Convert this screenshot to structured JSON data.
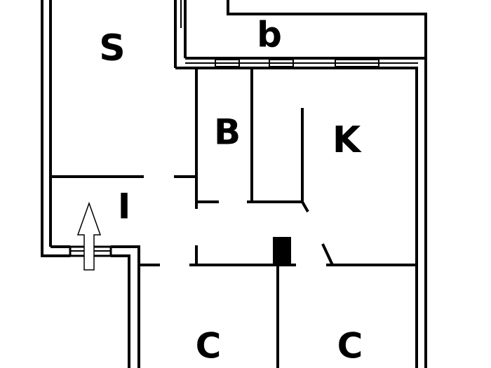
{
  "plan": {
    "rooms": [
      {
        "id": "s",
        "label": "S"
      },
      {
        "id": "b-balcony",
        "label": "b"
      },
      {
        "id": "b-bath",
        "label": "B"
      },
      {
        "id": "k",
        "label": "K"
      },
      {
        "id": "i",
        "label": "I"
      },
      {
        "id": "c-left",
        "label": "C"
      },
      {
        "id": "c-right",
        "label": "C"
      }
    ],
    "colors": {
      "wall": "#000000",
      "background": "#ffffff"
    },
    "icons": [
      "entrance-arrow-icon"
    ]
  }
}
